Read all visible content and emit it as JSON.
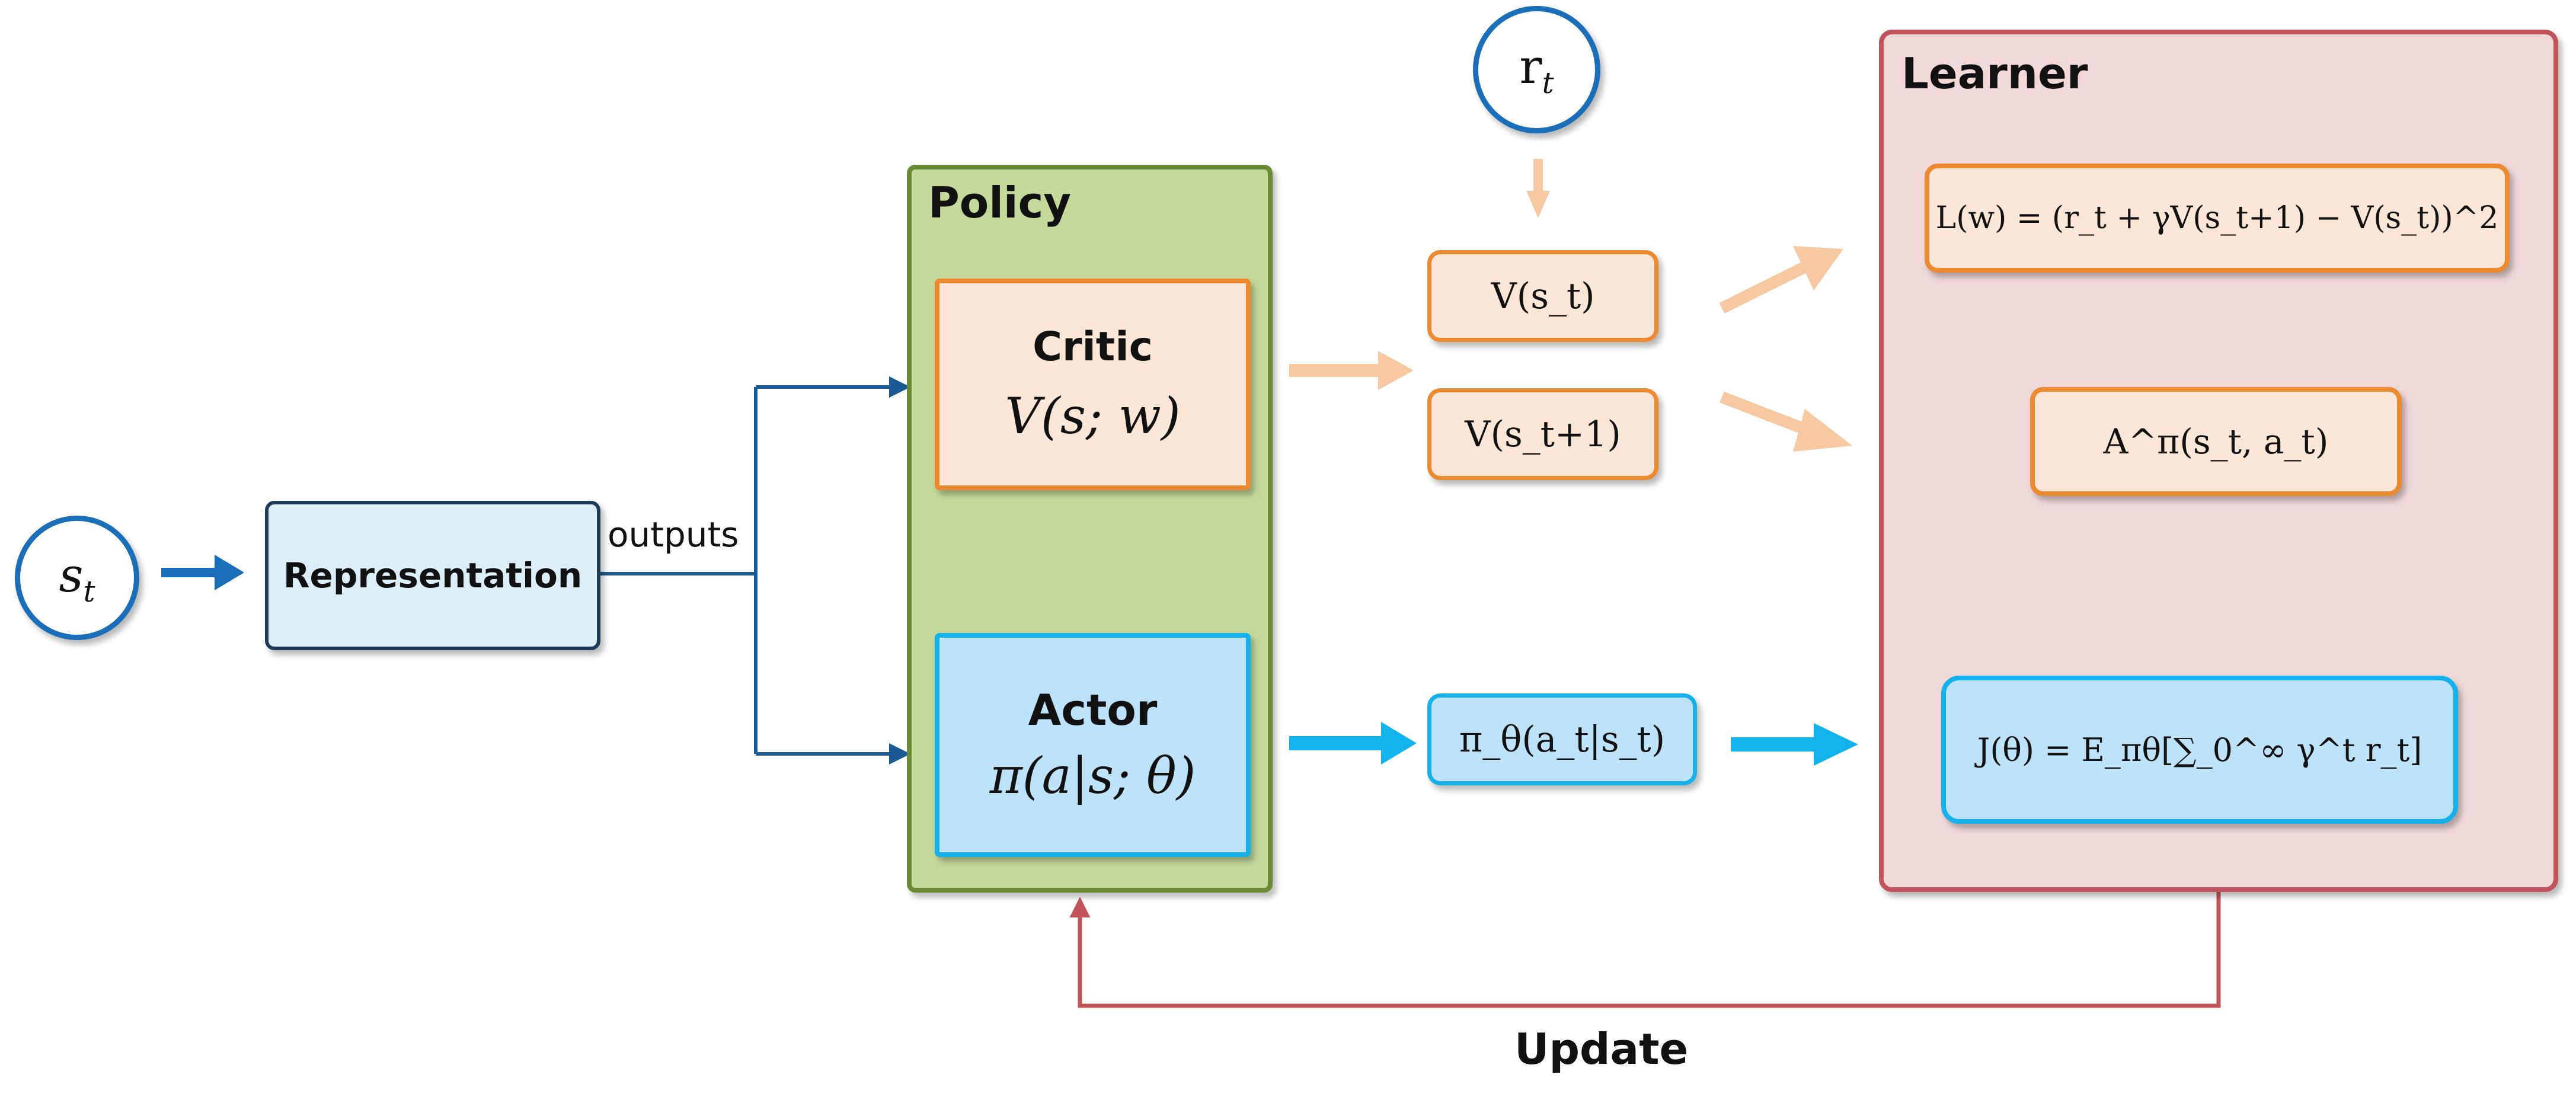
{
  "inputs": {
    "state_symbol": "s",
    "state_sub": "t",
    "reward_symbol": "r",
    "reward_sub": "t"
  },
  "representation": {
    "label": "Representation",
    "outputs_label": "outputs"
  },
  "policy": {
    "title": "Policy",
    "critic": {
      "title": "Critic",
      "formula": "V(s; w)"
    },
    "actor": {
      "title": "Actor",
      "formula": "π(a|s; θ)"
    }
  },
  "values": {
    "v_st": "V(s_t)",
    "v_st1": "V(s_t+1)",
    "pi": "π_θ(a_t|s_t)"
  },
  "learner": {
    "title": "Learner",
    "loss": "L(w) = (r_t + γV(s_t+1) − V(s_t))^2",
    "advantage": "A^π(s_t, a_t)",
    "objective": "J(θ) = E_πθ[∑_0^∞ γ^t r_t]"
  },
  "update_label": "Update",
  "colors": {
    "blue_stroke": "#1b6fb8",
    "rep_fill": "#ddeef6",
    "rep_stroke": "#1f3b5a",
    "policy_fill": "#c6d99c",
    "policy_stroke": "#6b8a35",
    "orange_fill": "#fbe6d7",
    "orange_stroke": "#ec8a32",
    "orange_arrow": "#f6c9a2",
    "cyan_fill": "#bde3fa",
    "cyan_stroke": "#16b0ea",
    "cyan_arrow": "#13b4ee",
    "learner_fill": "#f1d9da",
    "learner_stroke": "#c0545a",
    "feedback": "#c0545a"
  }
}
